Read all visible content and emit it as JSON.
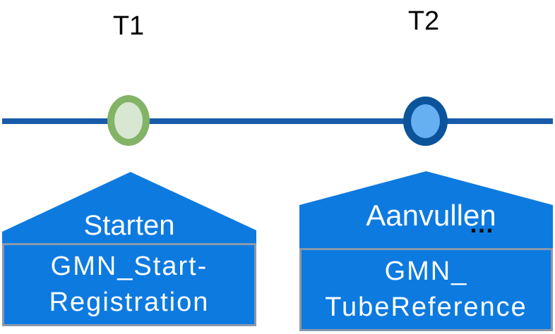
{
  "milestones": [
    {
      "time_label": "T1",
      "event_label": "Starten",
      "box_lines": [
        "GMN_Start-",
        "Registration"
      ],
      "marker_border_color": "#82B366",
      "marker_fill_color": "#D7E7D1"
    },
    {
      "time_label": "T2",
      "event_label": "Aanvullen",
      "ellipsis": "…",
      "box_lines": [
        "GMN_",
        "TubeReference"
      ],
      "marker_border_color": "#0B549B",
      "marker_fill_color": "#66B0F2"
    }
  ],
  "colors": {
    "timeline_line": "#185CA9",
    "shape_fill": "#0D7AE0",
    "box_border": "#8A98AB",
    "shape_text": "#FFFFFF",
    "label_text": "#000000",
    "background": "#FFFFFF"
  }
}
